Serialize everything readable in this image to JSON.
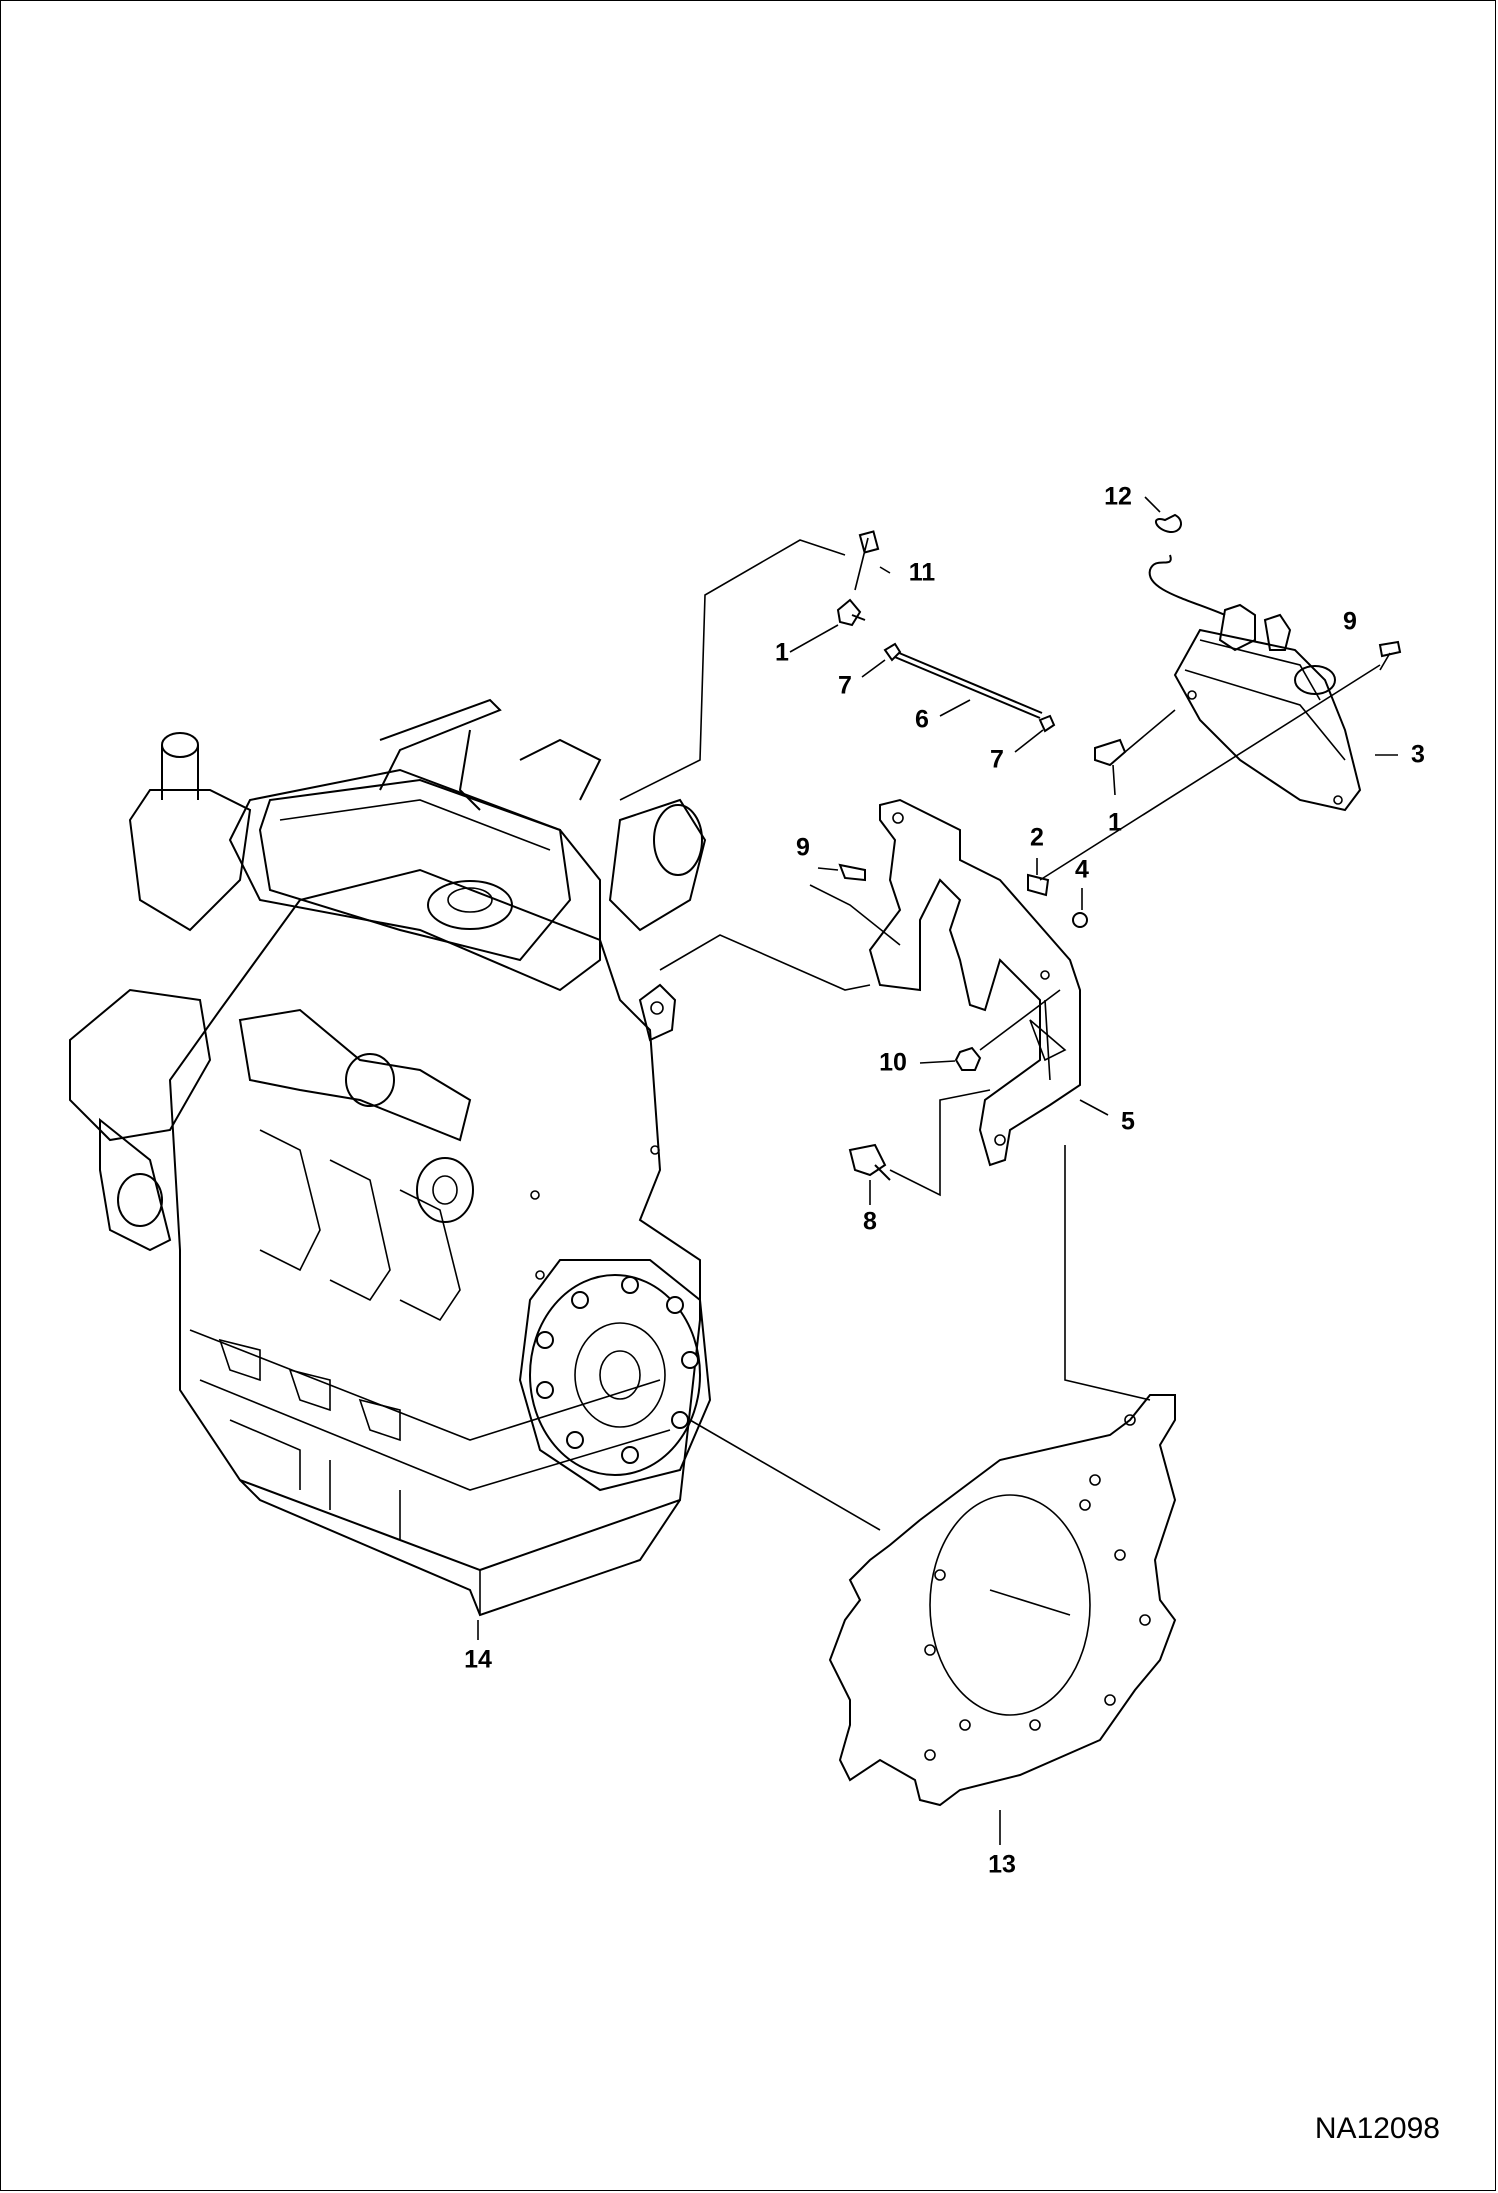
{
  "diagram": {
    "figure_id": "NA12098",
    "callouts": [
      {
        "id": "c12",
        "label": "12"
      },
      {
        "id": "c11",
        "label": "11"
      },
      {
        "id": "c9a",
        "label": "9"
      },
      {
        "id": "c1a",
        "label": "1"
      },
      {
        "id": "c7a",
        "label": "7"
      },
      {
        "id": "c6",
        "label": "6"
      },
      {
        "id": "c7b",
        "label": "7"
      },
      {
        "id": "c3",
        "label": "3"
      },
      {
        "id": "c1b",
        "label": "1"
      },
      {
        "id": "c2",
        "label": "2"
      },
      {
        "id": "c4",
        "label": "4"
      },
      {
        "id": "c9b",
        "label": "9"
      },
      {
        "id": "c10",
        "label": "10"
      },
      {
        "id": "c5",
        "label": "5"
      },
      {
        "id": "c8",
        "label": "8"
      },
      {
        "id": "c14",
        "label": "14"
      },
      {
        "id": "c13",
        "label": "13"
      }
    ]
  }
}
